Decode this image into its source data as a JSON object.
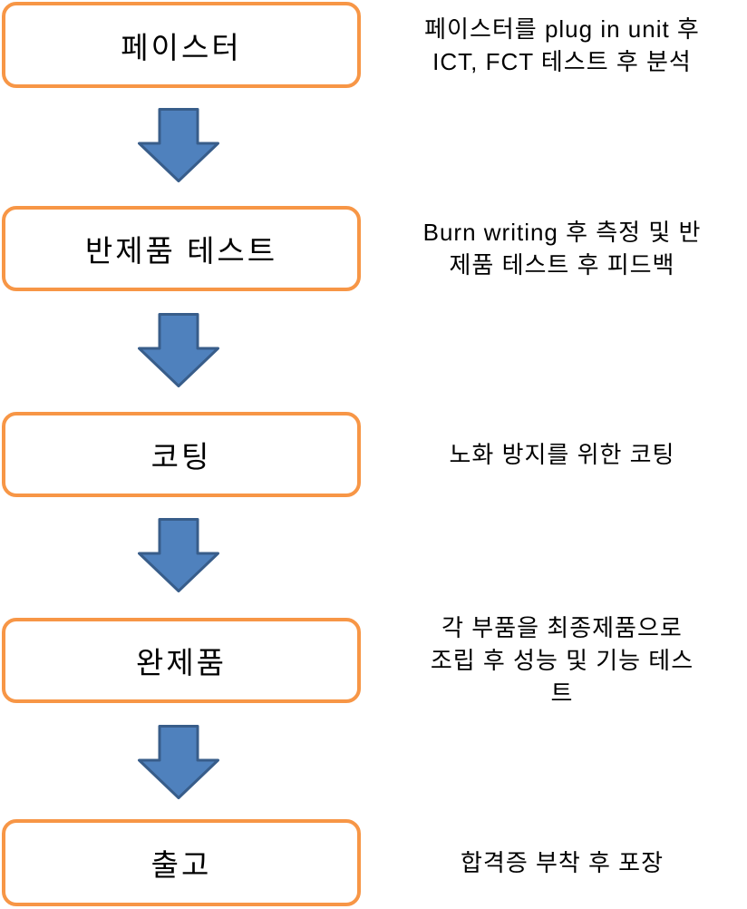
{
  "steps": [
    {
      "label": "페이스터",
      "description": "페이스터를 plug in unit 후\nICT, FCT 테스트 후 분석"
    },
    {
      "label": "반제품 테스트",
      "description": "Burn writing 후 측정 및 반\n제품 테스트 후 피드백"
    },
    {
      "label": "코팅",
      "description": "노화 방지를 위한 코팅"
    },
    {
      "label": "완제품",
      "description": "각 부품을 최종제품으로\n조립 후 성능 및 기능 테스\n트"
    },
    {
      "label": "출고",
      "description": "합격증 부착 후 포장"
    }
  ],
  "icons": {
    "arrow": "down-arrow"
  },
  "colors": {
    "box_border": "#F79646",
    "box_fill": "#FFFFFF",
    "arrow_fill": "#4F81BD",
    "arrow_border": "#385D8A",
    "text": "#000000",
    "background": "#FFFFFF"
  }
}
